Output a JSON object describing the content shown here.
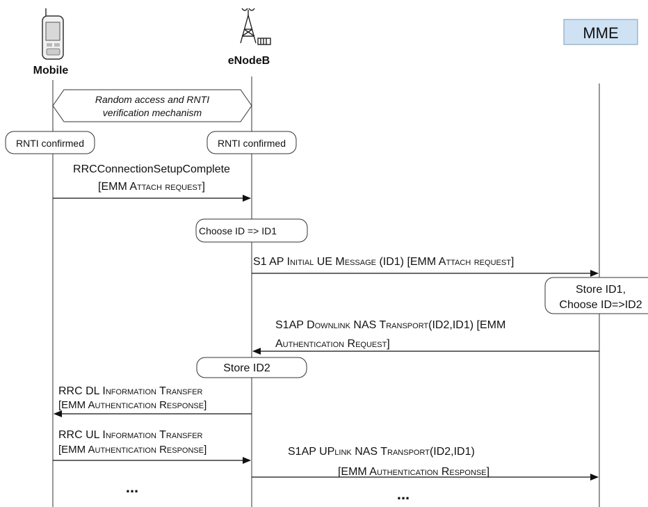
{
  "colors": {
    "mme_fill": "#cfe2f3",
    "line": "#555555"
  },
  "actors": {
    "mobile": {
      "label": "Mobile",
      "icon": "mobile-phone-icon"
    },
    "enodeb": {
      "label": "eNodeB",
      "icon": "cell-tower-icon"
    },
    "mme": {
      "label": "MME"
    }
  },
  "hex_note": {
    "line1": "Random access and RNTI",
    "line2": "verification mechanism"
  },
  "notes": {
    "rnti_mobile": "RNTI confirmed",
    "rnti_enodeb": "RNTI confirmed",
    "choose_id": "Choose ID => ID1",
    "store_id1_line1": "Store ID1,",
    "store_id1_line2": "Choose ID=>ID2",
    "store_id2": "Store ID2"
  },
  "messages": {
    "m1_line1": "RRCConnectionSetupComplete",
    "m1_line2": "[EMM Attach request]",
    "m2": "S1 AP Initial UE Message (ID1) [EMM Attach request]",
    "m3_line1": "S1AP Downlink NAS Transport(ID2,ID1)  [EMM",
    "m3_line2": "Authentication Request]",
    "m4_line1": "RRC DL Information Transfer",
    "m4_line2": "[EMM Authentication Response]",
    "m5_line1": "RRC UL Information Transfer",
    "m5_line2": "[EMM Authentication Response]",
    "m6_line1": "S1AP UPlink NAS Transport(ID2,ID1)",
    "m6_line2": "[EMM Authentication Response]"
  },
  "ellipsis": {
    "left": "...",
    "right": "..."
  }
}
